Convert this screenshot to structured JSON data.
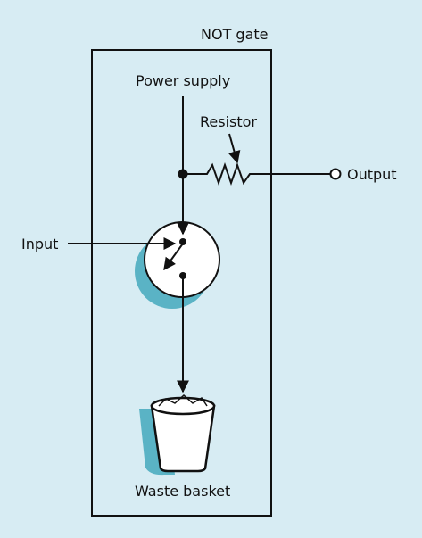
{
  "diagram": {
    "title": "NOT gate",
    "labels": {
      "power_supply": "Power supply",
      "resistor": "Resistor",
      "output": "Output",
      "input": "Input",
      "waste_basket": "Waste basket"
    }
  },
  "colors": {
    "background": "#d7ecf3",
    "shadow": "#5ab3c5",
    "line": "#111111",
    "fill": "#ffffff"
  },
  "icons": [
    "switch-icon",
    "resistor-icon",
    "waste-basket-icon",
    "output-terminal-icon"
  ]
}
